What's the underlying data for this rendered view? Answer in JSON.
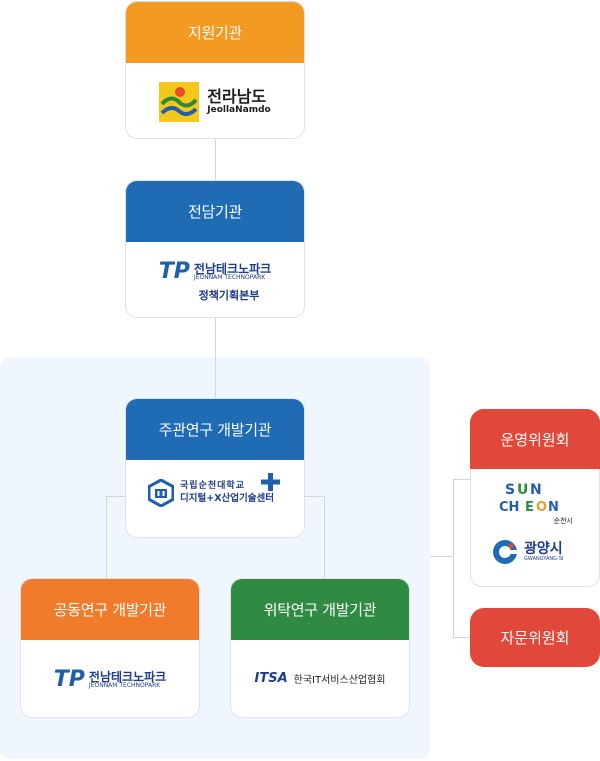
{
  "support": {
    "title": "지원기관",
    "logo_kor": "전라남도",
    "logo_eng": "JeollaNamdo"
  },
  "dedicated": {
    "title": "전담기관",
    "logo_mark": "TP",
    "logo_kor": "전남테크노파크",
    "logo_eng": "JEONNAM TECHNOPARK",
    "logo_sub": "정책기획본부"
  },
  "lead": {
    "title": "주관연구 개발기관",
    "logo_line1": "국립순천대학교",
    "logo_line2": "디지털+X산업기술센터"
  },
  "joint": {
    "title": "공동연구 개발기관",
    "logo_mark": "TP",
    "logo_kor": "전남테크노파크",
    "logo_eng": "JEONNAM TECHNOPARK"
  },
  "consigned": {
    "title": "위탁연구 개발기관",
    "logo_mark": "ITSA",
    "logo_kor": "한국IT서비스산업협회"
  },
  "steering": {
    "title": "운영위원회",
    "suncheon_kor": "순천시",
    "gwangyang_kor": "광양시",
    "gwangyang_eng": "GWANGYANG-SI"
  },
  "advisory": {
    "title": "자문위원회"
  }
}
